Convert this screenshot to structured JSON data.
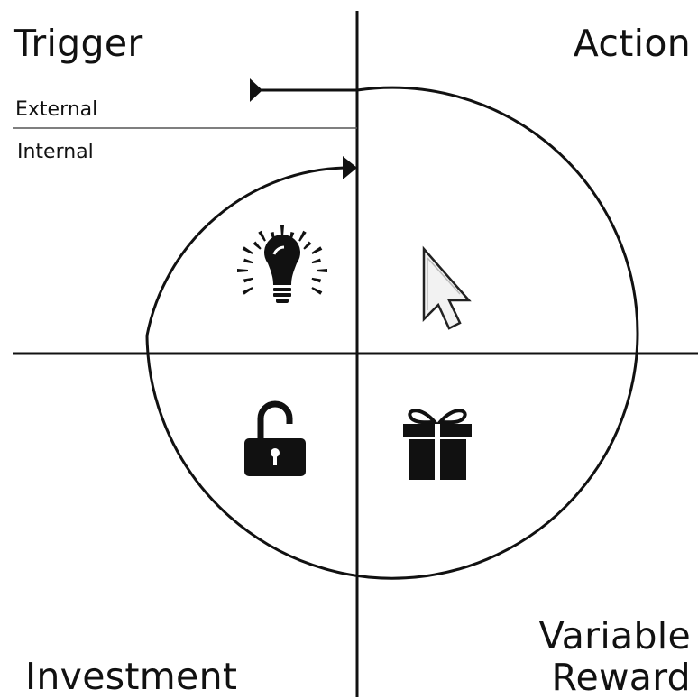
{
  "quadrants": {
    "trigger": "Trigger",
    "action": "Action",
    "investment": "Investment",
    "reward_line1": "Variable",
    "reward_line2": "Reward"
  },
  "trigger_types": {
    "external": "External",
    "internal": "Internal"
  },
  "icons": {
    "trigger": "lightbulb-icon",
    "action": "cursor-arrow-icon",
    "reward": "gift-icon",
    "investment": "unlock-icon"
  },
  "colors": {
    "ink": "#111111",
    "background": "#ffffff"
  }
}
